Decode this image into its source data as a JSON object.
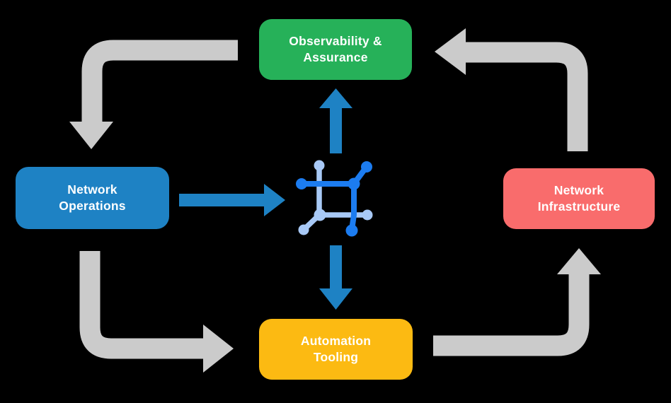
{
  "nodes": {
    "observability": {
      "label": "Observability &\nAssurance"
    },
    "operations": {
      "label": "Network\nOperations"
    },
    "infrastructure": {
      "label": "Network\nInfrastructure"
    },
    "automation": {
      "label": "Automation\nTooling"
    }
  },
  "center": {
    "icon": "network-fabric-icon"
  },
  "arrows": {
    "cycle_gray": [
      {
        "from": "observability",
        "to": "operations"
      },
      {
        "from": "operations",
        "to": "automation"
      },
      {
        "from": "automation",
        "to": "infrastructure"
      },
      {
        "from": "infrastructure",
        "to": "observability"
      }
    ],
    "platform_blue": [
      {
        "from": "operations",
        "to": "center-icon"
      },
      {
        "from": "center-icon",
        "to": "observability"
      },
      {
        "from": "center-icon",
        "to": "automation"
      }
    ]
  },
  "colors": {
    "background": "#000000",
    "green": "#26b159",
    "blue": "#1e82c4",
    "red": "#f96c6c",
    "yellow": "#fcba12",
    "arrow-gray": "#cbcbcb",
    "arrow-blue": "#1e82c4",
    "icon-dark": "#1c7cf0",
    "icon-light": "#a8c9f6",
    "text": "#ffffff"
  }
}
